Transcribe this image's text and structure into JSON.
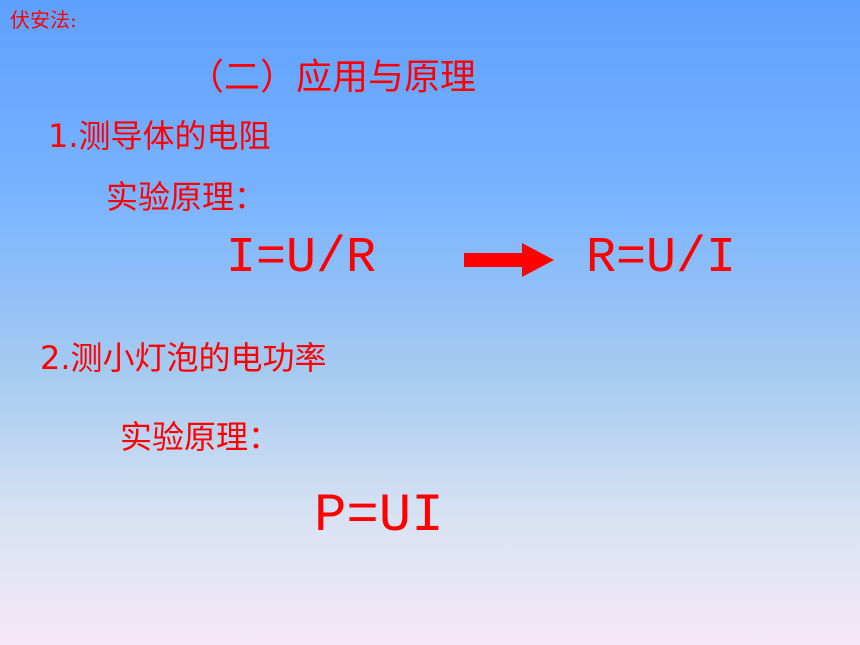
{
  "slide": {
    "corner_label": "伏安法:",
    "section_title": "（二）应用与原理",
    "item_1": {
      "heading": "1.测导体的电阻",
      "principle_label": "实验原理：",
      "formula_left": "I=U/R",
      "formula_right": "R=U/I"
    },
    "item_2": {
      "heading": "2.测小灯泡的电功率",
      "principle_label": "实验原理：",
      "formula": "P=UI"
    },
    "icons": {
      "arrow": "right-arrow-icon"
    },
    "colors": {
      "text": "#ff0000",
      "arrow": "#ff0000",
      "background_top": "#5ea0ff",
      "background_bottom": "#f6e8f6"
    }
  }
}
